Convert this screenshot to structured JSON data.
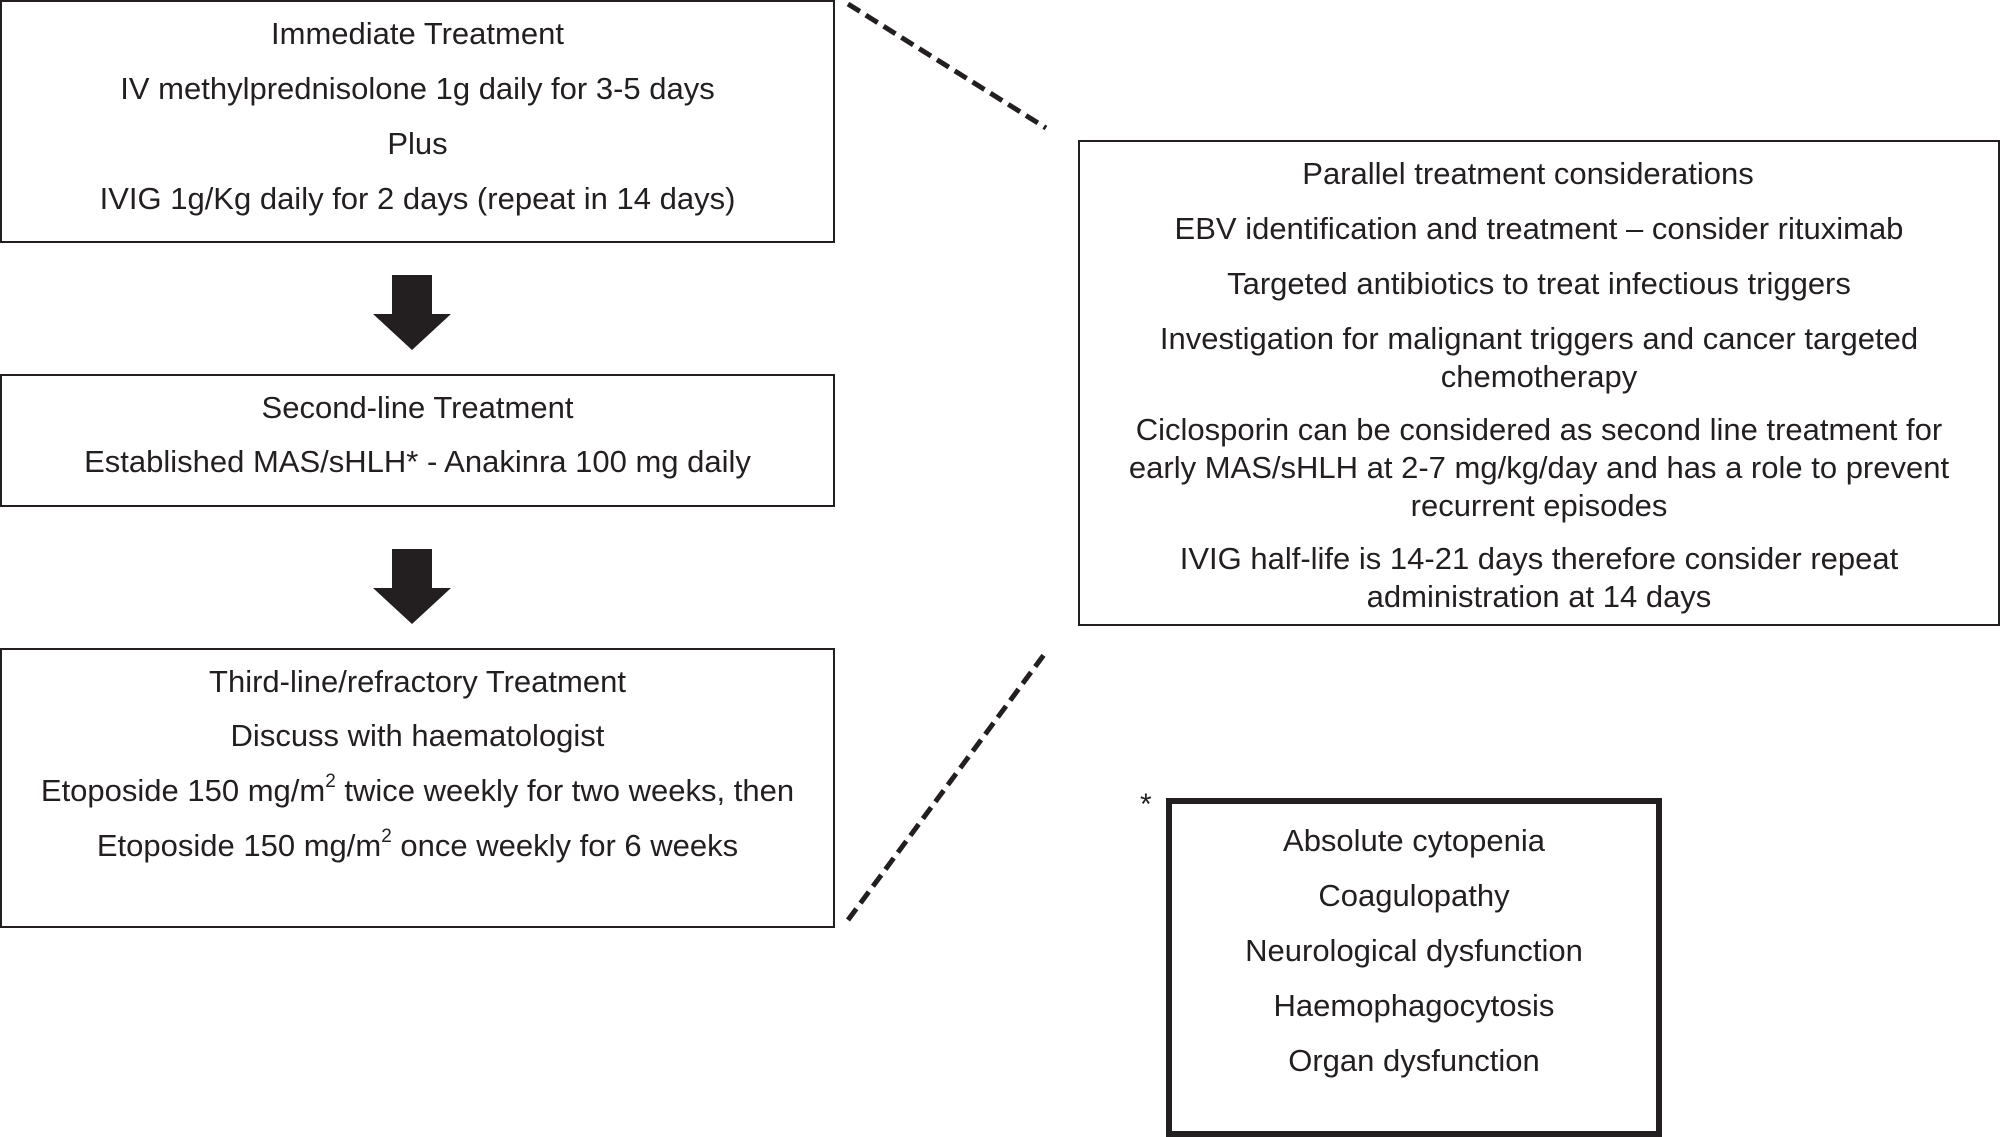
{
  "immediate": {
    "title": "Immediate Treatment",
    "line1": "IV methylprednisolone 1g daily for 3-5 days",
    "line2": "Plus",
    "line3": "IVIG 1g/Kg daily for 2 days (repeat in 14 days)"
  },
  "second_line": {
    "title": "Second-line Treatment",
    "line1": "Established MAS/sHLH* - Anakinra 100 mg daily"
  },
  "third_line": {
    "title": "Third-line/refractory Treatment",
    "line1": "Discuss with haematologist",
    "line2_pre": "Etoposide 150 mg/m",
    "line2_sup": "2",
    "line2_post": " twice weekly for two weeks, then",
    "line3_pre": "Etoposide 150 mg/m",
    "line3_sup": "2",
    "line3_post": " once weekly for 6 weeks"
  },
  "parallel": {
    "title": "Parallel treatment considerations",
    "item1": "EBV identification and treatment – consider rituximab",
    "item2": "Targeted antibiotics to treat infectious triggers",
    "item3a": "Investigation for malignant triggers and cancer targeted",
    "item3b": "chemotherapy",
    "item4a": "Ciclosporin can be considered as second line treatment for",
    "item4b": "early MAS/sHLH at 2-7 mg/kg/day and has a role to prevent",
    "item4c": "recurrent episodes",
    "item5a": "IVIG half-life is 14-21 days therefore consider repeat",
    "item5b": "administration at 14 days"
  },
  "criteria": {
    "marker": "*",
    "items": [
      "Absolute cytopenia",
      "Coagulopathy",
      "Neurological dysfunction",
      "Haemophagocytosis",
      "Organ dysfunction"
    ]
  }
}
